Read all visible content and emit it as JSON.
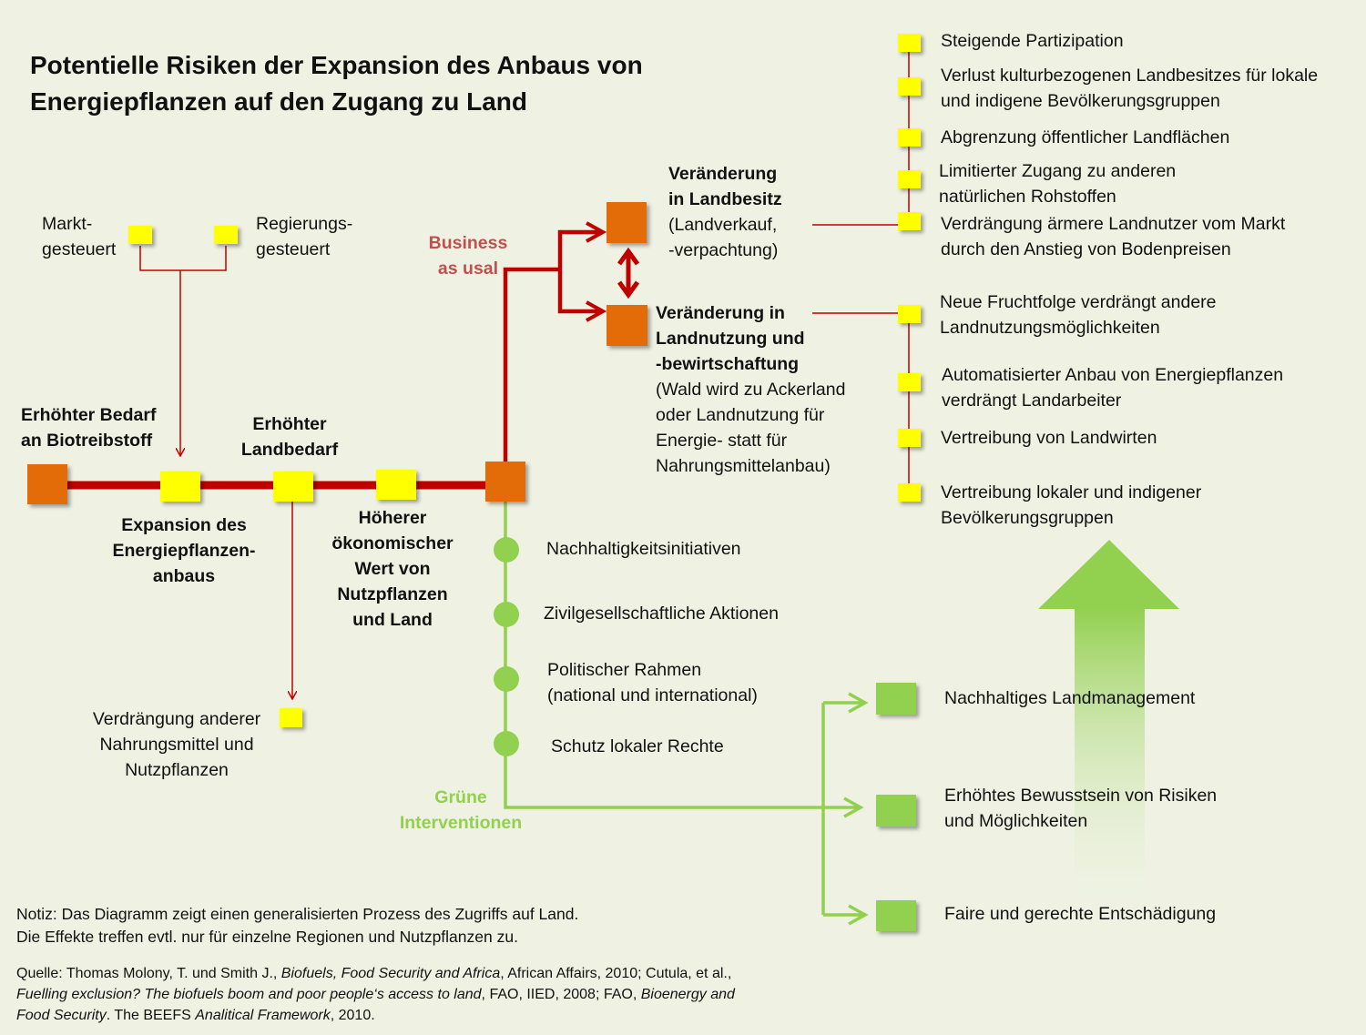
{
  "title": "Potentielle Risiken der Expansion des Anbaus von\nEnergiepflanzen auf den Zugang zu Land",
  "left": {
    "markt": "Markt-\ngesteuert",
    "regierung": "Regierungs-\ngesteuert",
    "bedarf": "Erhöhter Bedarf\nan  Biotreibstoff",
    "landbedarf": "Erhöhter\nLandbedarf",
    "expansion": "Expansion des\nEnergiepflanzen-\nanbaus",
    "wert": "Höherer\nökonomischer\nWert von\nNutzpflanzen\nund Land",
    "verdraengung": "Verdrängung anderer\nNahrungsmittel und\nNutzpflanzen"
  },
  "business": "Business\nas usal",
  "landbesitz": {
    "title": "Veränderung\nin Landbesitz",
    "detail": "(Landverkauf,\n -verpachtung)"
  },
  "landnutzung": {
    "title": "Veränderung in\nLandnutzung und\n-bewirtschaftung",
    "detail": "(Wald wird zu Ackerland\noder Landnutzung für\nEnergie- statt für\nNahrungsmittelanbau)"
  },
  "risks_top": [
    "Steigende Partizipation",
    "Verlust kulturbezogenen Landbesitzes für lokale\nund indigene Bevölkerungsgruppen",
    "Abgrenzung öffentlicher Landflächen",
    "Limitierter Zugang zu anderen\nnatürlichen Rohstoffen",
    "Verdrängung ärmere Landnutzer vom Markt\ndurch den Anstieg von Bodenpreisen"
  ],
  "risks_bottom": [
    "Neue Fruchtfolge verdrängt andere\nLandnutzungsmöglichkeiten",
    "Automatisierter Anbau von Energiepflanzen\nverdrängt Landarbeiter",
    "Vertreibung von Landwirten",
    "Vertreibung lokaler und indigener\nBevölkerungsgruppen"
  ],
  "green": {
    "label": "Grüne\nInterventionen",
    "interventions": [
      "Nachhaltigkeitsinitiativen",
      "Zivilgesellschaftliche Aktionen",
      "Politischer Rahmen\n(national und international)",
      "Schutz lokaler Rechte"
    ],
    "outcomes": [
      "Nachhaltiges Landmanagement",
      "Erhöhtes Bewusstsein von Risiken\nund Möglichkeiten",
      "Faire und gerechte Entschädigung"
    ]
  },
  "note": "Notiz: Das Diagramm zeigt einen generalisierten Prozess des Zugriffs auf Land.\nDie Effekte treffen evtl. nur für einzelne Regionen und Nutzpflanzen zu.",
  "source": {
    "p1": "Quelle: Thomas Molony, T. und Smith J., ",
    "i1": "Biofuels, Food Security and Africa",
    "p2": ", African Affairs, 2010; Cutula, et al., ",
    "i2": "Fuelling exclusion? The biofuels boom and poor people‘s access to land",
    "p3": ", FAO, IIED, 2008; FAO, ",
    "i3": "Bioenergy and Food Security",
    "p4": ". The BEEFS ",
    "i4": "Analitical Framework",
    "p5": ", 2010."
  },
  "colors": {
    "red": "#c00000",
    "orange": "#e36c09",
    "yellow": "#ffff00",
    "green": "#92d050",
    "business": "#c0504d"
  }
}
